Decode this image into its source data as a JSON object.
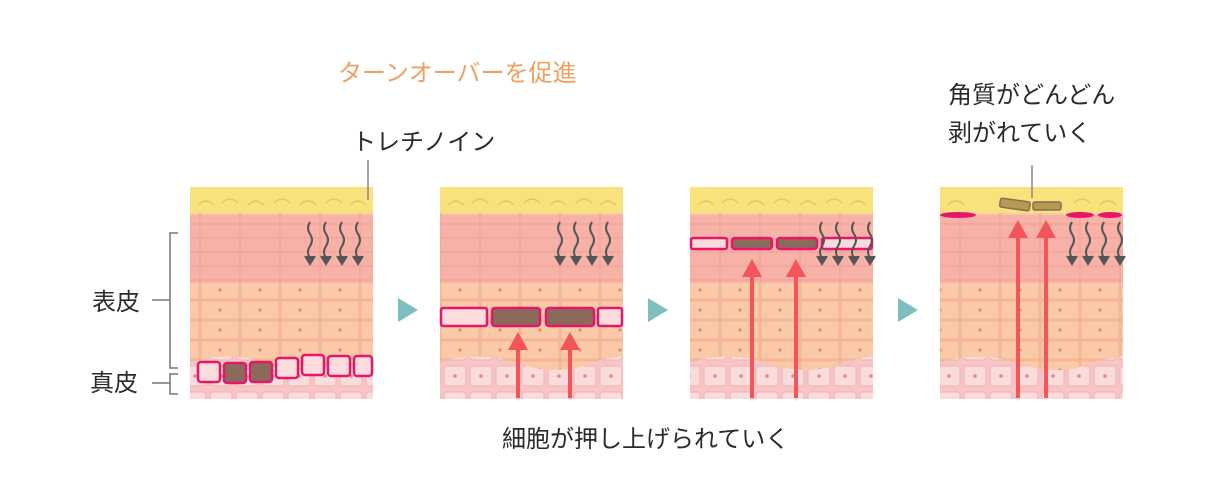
{
  "title": "ターンオーバーを促進",
  "drug_label": "トレチノイン",
  "annotation": {
    "line1": "角質がどんどん",
    "line2": "剥がれていく"
  },
  "layer_labels": {
    "epidermis": "表皮",
    "dermis": "真皮"
  },
  "bottom_caption": "細胞が押し上げられていく",
  "colors": {
    "title": "#f0a060",
    "stratum_corneum": "#f7e27c",
    "upper_cells": "#f4a79d",
    "lower_cells": "#f8c4a6",
    "dermis": "#f9d2d4",
    "cell_outline": "#e5166b",
    "old_cell": "#8a6a5a",
    "arrow": "#f4555a",
    "triangle": "#7dbfbf",
    "penetration_arrow": "#555555"
  },
  "icons": [
    "down-arrows-icon",
    "up-arrow-icon",
    "next-step-icon",
    "bracket-icon"
  ]
}
